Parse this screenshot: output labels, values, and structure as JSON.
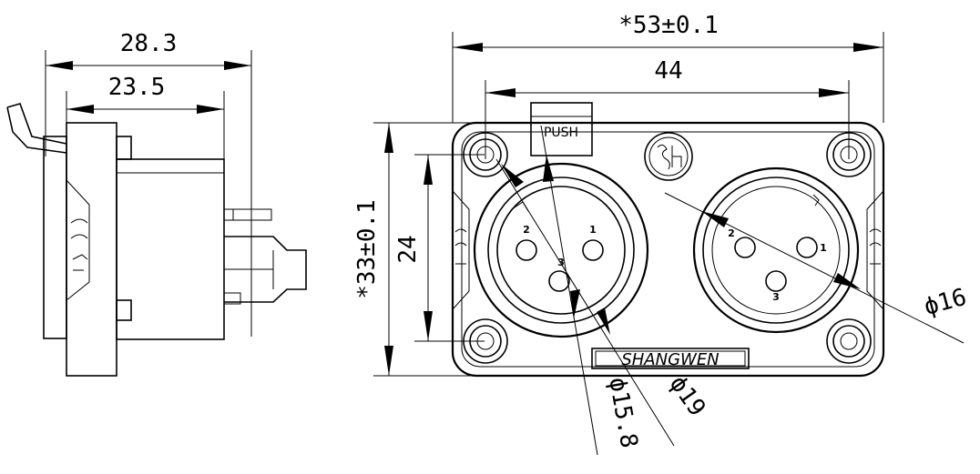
{
  "dimensions": {
    "side_total_length": "28.3",
    "side_body_length": "23.5",
    "front_width": "*53±0.1",
    "front_hole_spacing_x": "44",
    "front_height": "*33±0.1",
    "front_hole_spacing_y": "24",
    "diameter_16": "ϕ16",
    "diameter_15_8": "ϕ15.8",
    "diameter_19": "ϕ19"
  },
  "labels": {
    "push_tab": "PUSH",
    "brand": "SHANGWEN",
    "female_pins": [
      "2",
      "1",
      "3"
    ],
    "male_pins": [
      "2",
      "1",
      "3"
    ]
  },
  "colors": {
    "line": "#000000",
    "background": "#ffffff"
  }
}
